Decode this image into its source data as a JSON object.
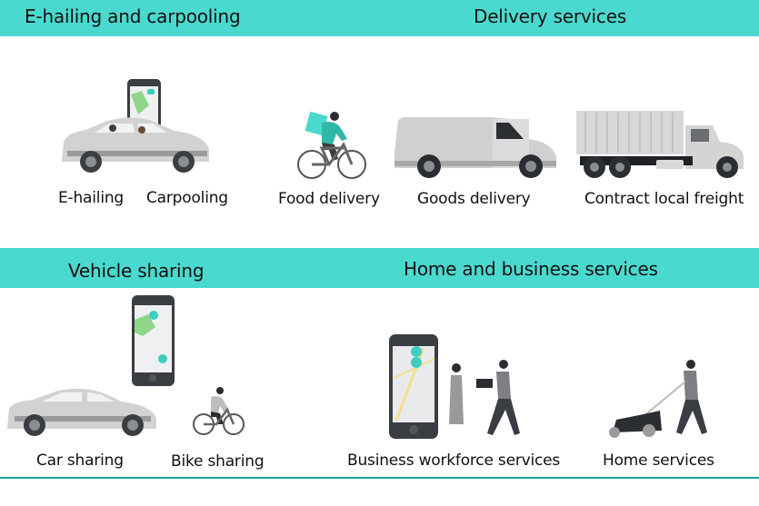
{
  "colors": {
    "band": "#4ad9cf",
    "rule": "#20a39e",
    "accent_teal": "#3fcdc0",
    "vehicle_gray": "#c8c8c8",
    "dark_gray": "#3a3d42"
  },
  "sections": {
    "ehailing": {
      "title": "E-hailing and carpooling",
      "items": [
        {
          "label": "E-hailing",
          "icon": "car-with-phone-icon"
        },
        {
          "label": "Carpooling",
          "icon": "car-with-phone-icon"
        }
      ]
    },
    "delivery": {
      "title": "Delivery services",
      "items": [
        {
          "label": "Food delivery",
          "icon": "bike-courier-icon"
        },
        {
          "label": "Goods delivery",
          "icon": "van-icon"
        },
        {
          "label": "Contract local freight",
          "icon": "truck-icon"
        }
      ]
    },
    "vehicle_sharing": {
      "title": "Vehicle sharing",
      "items": [
        {
          "label": "Car sharing",
          "icon": "car-icon"
        },
        {
          "label": "Bike sharing",
          "icon": "bicycle-rider-icon"
        }
      ]
    },
    "home_business": {
      "title": "Home and business services",
      "items": [
        {
          "label": "Business workforce services",
          "icon": "phone-map-handoff-icon"
        },
        {
          "label": "Home services",
          "icon": "lawn-mower-icon"
        }
      ]
    }
  }
}
